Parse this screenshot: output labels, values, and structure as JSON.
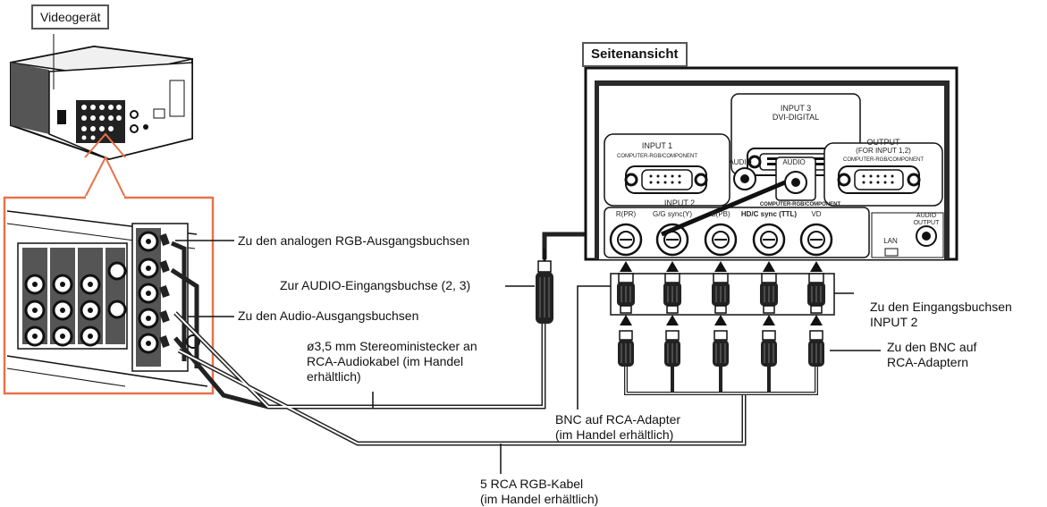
{
  "device_label": "Videogerät",
  "side_view_label": "Seitenansicht",
  "callouts": {
    "analog_rgb_out": "Zu den analogen RGB-Ausgangsbuchsen",
    "audio_in": "Zur AUDIO-Eingangsbuchse (2, 3)",
    "audio_out": "Zu den Audio-Ausgangsbuchsen",
    "stereo_plug": [
      "ø3,5 mm Stereoministecker an",
      "RCA-Audiokabel (im Handel",
      "erhältlich)"
    ],
    "bnc_adapter": [
      "BNC auf RCA-Adapter",
      "(im Handel erhältlich)"
    ],
    "rca_cable": [
      "5 RCA RGB-Kabel",
      "(im Handel erhältlich)"
    ],
    "input_jacks": [
      "Zu den Eingangsbuchsen",
      "INPUT 2"
    ],
    "bnc_on_rca": [
      "Zu den BNC auf",
      "RCA-Adaptern"
    ]
  },
  "panel": {
    "input3": "INPUT 3",
    "dvi": "DVI-DIGITAL",
    "input1": "INPUT 1",
    "input1_sub": "COMPUTER-RGB/COMPONENT",
    "audio": "AUDIO",
    "output": "OUTPUT",
    "output_sub1": "(FOR INPUT 1,2)",
    "output_sub2": "COMPUTER-RGB/COMPONENT",
    "input2": "INPUT 2",
    "input2_sub": "COMPUTER-RGB/COMPONENT",
    "bnc_labels": [
      "R(PR)",
      "G/G sync(Y)",
      "B(PB)",
      "HD/C sync (TTL)",
      "VD"
    ],
    "lan": "LAN",
    "audio_output": [
      "AUDIO",
      "OUTPUT"
    ]
  },
  "colors": {
    "accent": "#e8734a",
    "line": "#111111",
    "panel": "#2a2a2a"
  }
}
